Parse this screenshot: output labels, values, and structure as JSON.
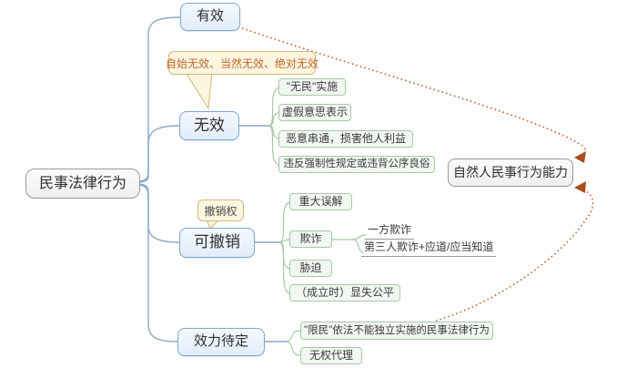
{
  "map": {
    "root": {
      "label": "民事法律行为"
    },
    "branches": [
      {
        "id": "valid",
        "label": "有效"
      },
      {
        "id": "invalid",
        "label": "无效",
        "callout": "自始无效、当然无效、绝对无效",
        "children": [
          {
            "label": "\"无民\"实施"
          },
          {
            "label": "虚假意思表示"
          },
          {
            "label": "恶意串通，损害他人利益"
          },
          {
            "label": "违反强制性规定或违背公序良俗"
          }
        ]
      },
      {
        "id": "revocable",
        "label": "可撤销",
        "callout": "撤销权",
        "children": [
          {
            "label": "重大误解"
          },
          {
            "label": "欺诈",
            "children": [
              {
                "label": "一方欺诈"
              },
              {
                "label": "第三人欺诈+应道/应当知道"
              }
            ]
          },
          {
            "label": "胁迫"
          },
          {
            "label": "（成立时）显失公平"
          }
        ]
      },
      {
        "id": "pending",
        "label": "效力待定",
        "children": [
          {
            "label": "\"限民\"依法不能独立实施的民事法律行为"
          },
          {
            "label": "无权代理"
          }
        ]
      }
    ],
    "floating": {
      "label": "自然人民事行为能力"
    },
    "relations": [
      {
        "from": "有效",
        "to": "自然人民事行为能力",
        "style": "dotted-arrow"
      },
      {
        "from": "\"限民\"依法不能独立实施的民事法律行为",
        "to": "自然人民事行为能力",
        "style": "dotted-arrow"
      }
    ],
    "colors": {
      "branch_fill": "#e7f0fa",
      "branch_border": "#7fa7cd",
      "leaf_fill": "#f1f8f0",
      "leaf_border": "#a6c8a4",
      "callout_fill": "#fcf6e0",
      "callout_border": "#d1b97a",
      "callout_text": "#c0662c",
      "plain_border": "#97999b",
      "tree_line": "#8aa9c7",
      "leaf_line": "#a6c8a4",
      "arrow_line": "#bf5b25"
    }
  }
}
